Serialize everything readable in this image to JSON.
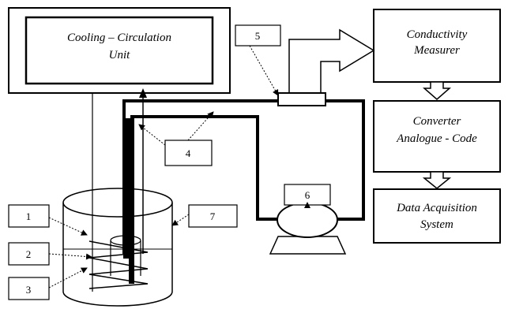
{
  "boxes": {
    "cooling": [
      "Cooling – Circulation",
      "Unit"
    ],
    "conductivity": [
      "Conductivity",
      "Measurer"
    ],
    "converter": [
      "Converter",
      "Analogue - Code"
    ],
    "daq": [
      "Data Acquisition",
      "System"
    ]
  },
  "labels": {
    "n1": "1",
    "n2": "2",
    "n3": "3",
    "n4": "4",
    "n5": "5",
    "n6": "6",
    "n7": "7"
  }
}
